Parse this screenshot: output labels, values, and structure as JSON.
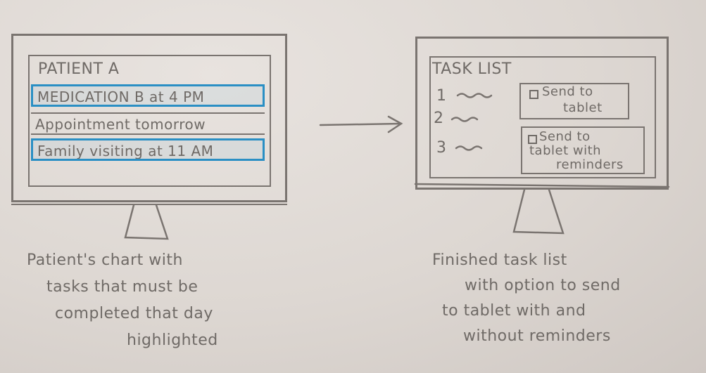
{
  "left_screen": {
    "title": "PATIENT A",
    "rows": [
      {
        "text": "MEDICATION B at 4 PM",
        "highlighted": true
      },
      {
        "text": "Appointment tomorrow",
        "highlighted": false
      },
      {
        "text": "Family visiting at 11 AM",
        "highlighted": true
      }
    ],
    "caption_lines": [
      "Patient's chart with",
      "tasks that must be",
      "completed that day",
      "highlighted"
    ]
  },
  "right_screen": {
    "title": "TASK LIST",
    "items": [
      "1",
      "2",
      "3"
    ],
    "option_1_lines": [
      "Send to",
      "tablet"
    ],
    "option_2_lines": [
      "Send to",
      "tablet with",
      "reminders"
    ],
    "caption_lines": [
      "Finished task list",
      "with option to send",
      "to tablet with and",
      "without reminders"
    ]
  },
  "colors": {
    "pencil": "#7a7470",
    "highlight": "#2a8fc4",
    "paper": "#ddd7d2"
  }
}
